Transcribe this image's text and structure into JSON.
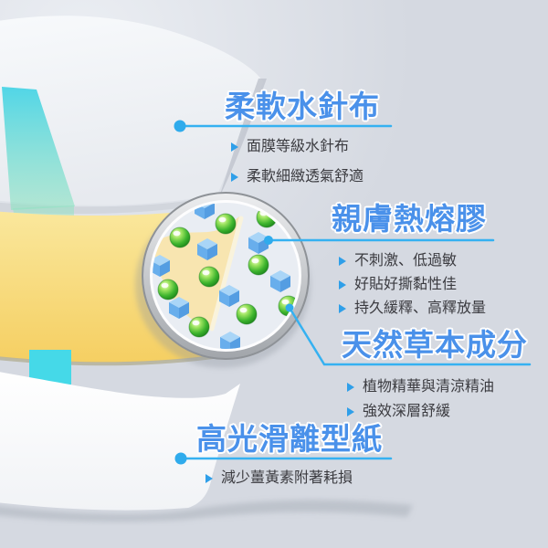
{
  "sections": [
    {
      "id": "fabric",
      "title": "柔軟水針布",
      "bullets": [
        "面膜等級水針布",
        "柔軟細緻透氣舒適"
      ]
    },
    {
      "id": "adhesive",
      "title": "親膚熱熔膠",
      "bullets": [
        "不刺激、低過敏",
        "好貼好撕黏性佳",
        "持久緩釋、高釋放量"
      ]
    },
    {
      "id": "herbal",
      "title": "天然草本成分",
      "bullets": [
        "植物精華與清涼精油",
        "強效深層舒緩"
      ]
    },
    {
      "id": "release_paper",
      "title": "高光滑離型紙",
      "bullets": [
        "減少薑黃素附著耗損"
      ]
    }
  ],
  "icons": {
    "bullet_marker": "right-triangle",
    "leader_dot": "circle",
    "magnifier_sphere": "green-glossy-sphere",
    "magnifier_cube": "blue-cube"
  },
  "colors": {
    "title_blue": "#4a91ea",
    "leader_blue": "#35b1f1",
    "bullet_blue": "#2f9fe9",
    "body_text": "#3b3b40",
    "background": "#d6dae2",
    "fabric_white": "#f5f7fa",
    "adhesive_yellow": "#f6d168",
    "essence_cyan": "#4fd9e8",
    "release_paper_white": "#ffffff",
    "herbal_green": "#3cb42c",
    "cube_blue": "#6cb0ee",
    "magnifier_wedge_yellow": "#f8e5b0"
  }
}
